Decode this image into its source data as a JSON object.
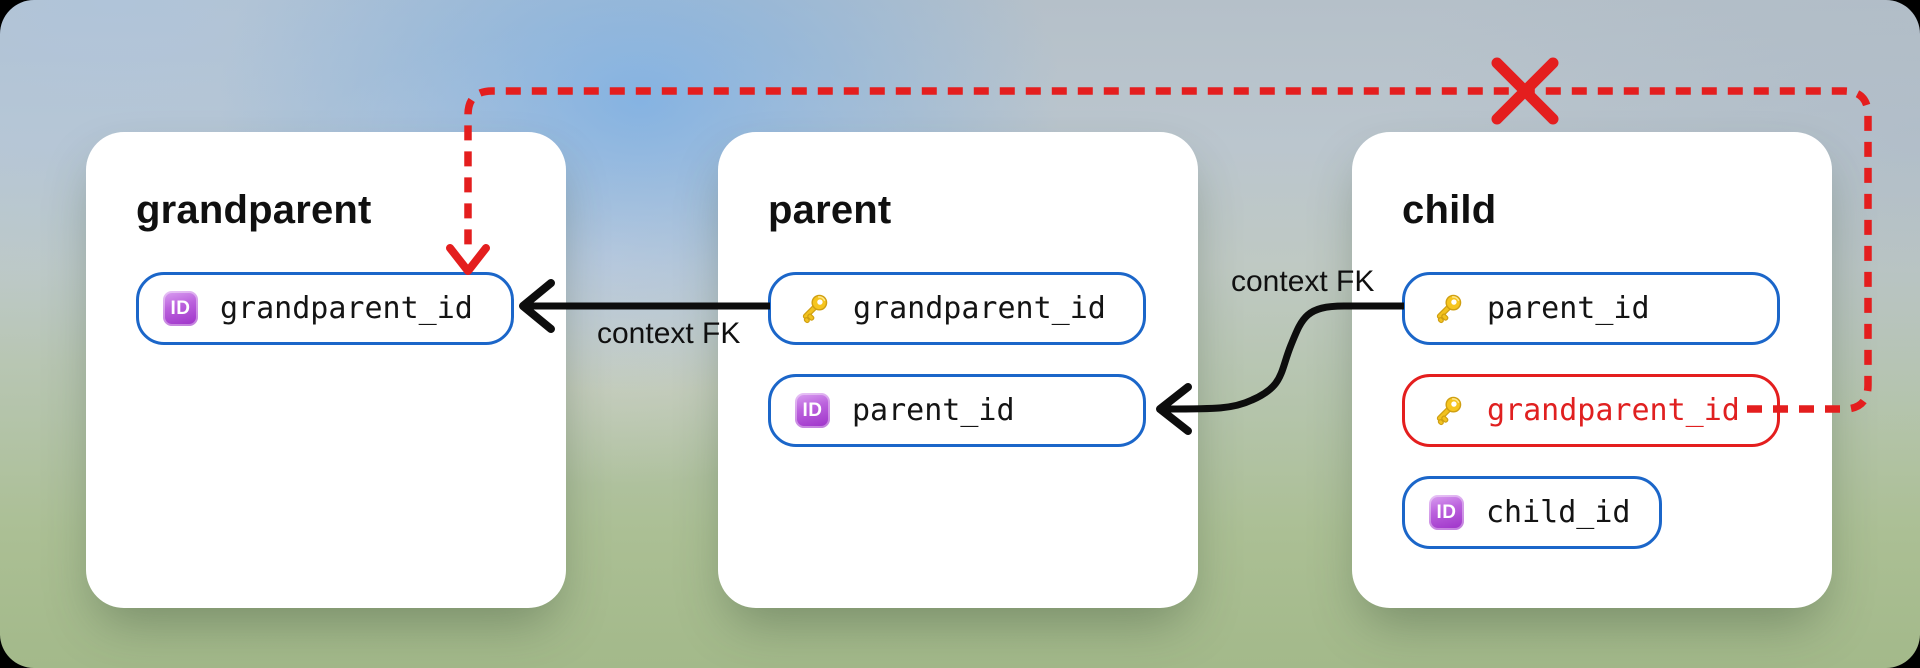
{
  "diagram": {
    "tables": [
      {
        "name": "grandparent",
        "fields": [
          {
            "label": "grandparent_id",
            "icon": "id-badge",
            "state": "normal"
          }
        ]
      },
      {
        "name": "parent",
        "fields": [
          {
            "label": "grandparent_id",
            "icon": "key",
            "state": "normal"
          },
          {
            "label": "parent_id",
            "icon": "id-badge",
            "state": "normal"
          }
        ]
      },
      {
        "name": "child",
        "fields": [
          {
            "label": "parent_id",
            "icon": "key",
            "state": "normal"
          },
          {
            "label": "grandparent_id",
            "icon": "key",
            "state": "error"
          },
          {
            "label": "child_id",
            "icon": "id-badge",
            "state": "normal"
          }
        ]
      }
    ],
    "edges": [
      {
        "label": "context FK",
        "from": "parent.grandparent_id",
        "to": "grandparent.grandparent_id",
        "style": "solid-arrow"
      },
      {
        "label": "context FK",
        "from": "child.parent_id",
        "to": "parent.parent_id",
        "style": "solid-arrow"
      },
      {
        "label": "",
        "from": "child.grandparent_id",
        "to": "grandparent.grandparent_id",
        "style": "dashed-arrow-invalid",
        "marker": "red-x"
      }
    ],
    "colors": {
      "field_border_blue": "#1b66c9",
      "error_red": "#e41e1e",
      "arrow_black": "#0d0d0d",
      "card_white": "#ffffff"
    },
    "icons": {
      "id_badge_text": "ID",
      "id_badge": "purple-id-badge-icon",
      "key": "gold-key-icon",
      "invalid": "red-x-icon"
    }
  }
}
